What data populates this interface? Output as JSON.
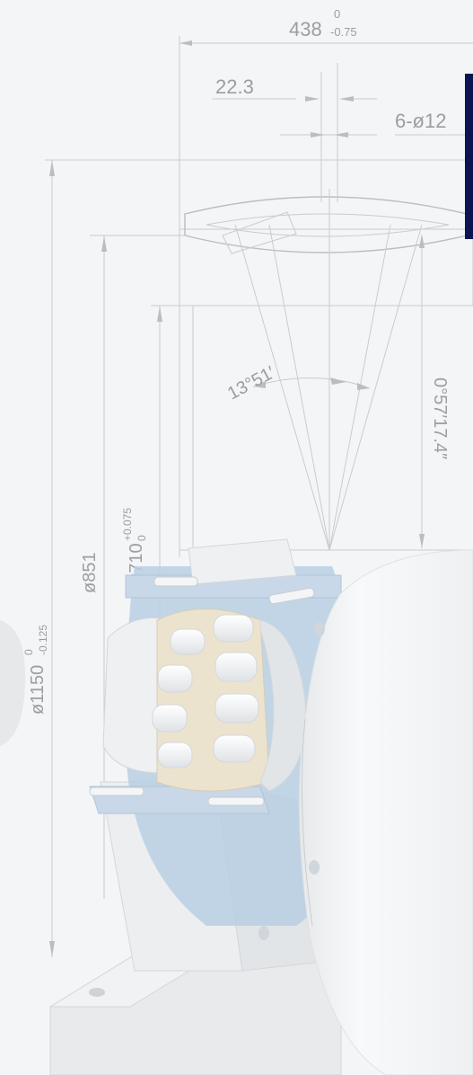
{
  "dimensions": {
    "width_total": "438",
    "width_total_tol_upper": "0",
    "width_total_tol_lower": "-0.75",
    "offset": "22.3",
    "holes": "6-ø12",
    "outer_dia": "ø1150",
    "outer_dia_tol_upper": "0",
    "outer_dia_tol_lower": "-0.125",
    "mid_dia": "ø851",
    "bore_dia": "ø710",
    "bore_dia_tol_upper": "+0.075",
    "bore_dia_tol_lower": "0",
    "contact_angle": "13°51′",
    "taper_angle": "0°57′17.4″"
  },
  "colors": {
    "panel": "#0b1552",
    "housing_blue": "#b9cfe3",
    "cage_beige": "#ece3cf",
    "roller": "#f7f7f7",
    "line": "#c9ccd0"
  }
}
